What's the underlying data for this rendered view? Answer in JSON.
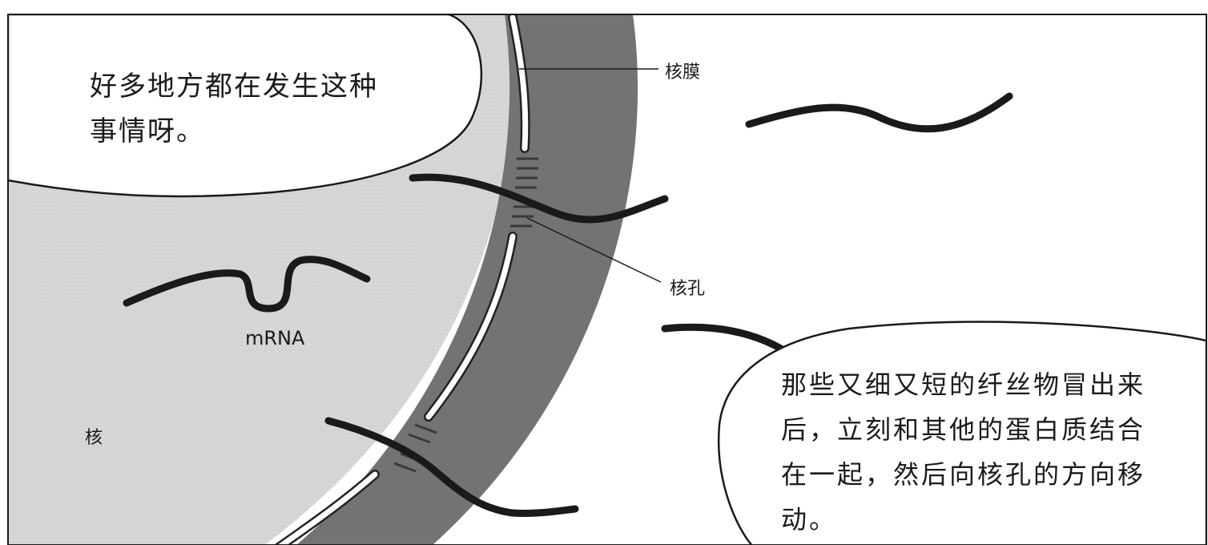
{
  "panel": {
    "bubble_top_left": [
      "好多地方都在发生这种",
      "事情呀。"
    ],
    "bubble_bottom_right": [
      "那些又细又短的纤丝物冒出来",
      "后，立刻和其他的蛋白质结合",
      "在一起，然后向核孔的方向移",
      "动。"
    ],
    "labels": {
      "nuclear_membrane": "核膜",
      "nuclear_pore": "核孔",
      "mrna": "mRNA",
      "nucleus": "核"
    }
  },
  "colors": {
    "nucleus_fill": "#d9d9d9",
    "membrane_band": "#737373",
    "strand": "#1a1a1a",
    "bubble": "#ffffff"
  }
}
